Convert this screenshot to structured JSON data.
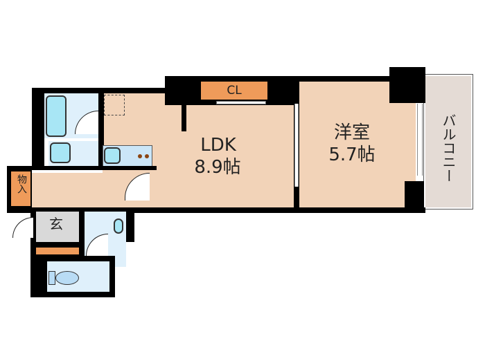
{
  "floorplan": {
    "rooms": {
      "ldk": {
        "name": "LDK",
        "size": "8.9帖"
      },
      "western": {
        "name": "洋室",
        "size": "5.7帖"
      },
      "closet": {
        "name": "CL"
      },
      "storage": {
        "name": "物入"
      },
      "entrance": {
        "name": "玄"
      },
      "balcony": {
        "name": "バルコニー"
      }
    },
    "colors": {
      "room_floor": "#f2d3b8",
      "wet_area": "#dff0fb",
      "fixture": "#a8e6f5",
      "closet": "#ef9b5a",
      "entrance": "#d9d9d9",
      "balcony": "#e4dbd5",
      "wall": "#000000"
    }
  }
}
